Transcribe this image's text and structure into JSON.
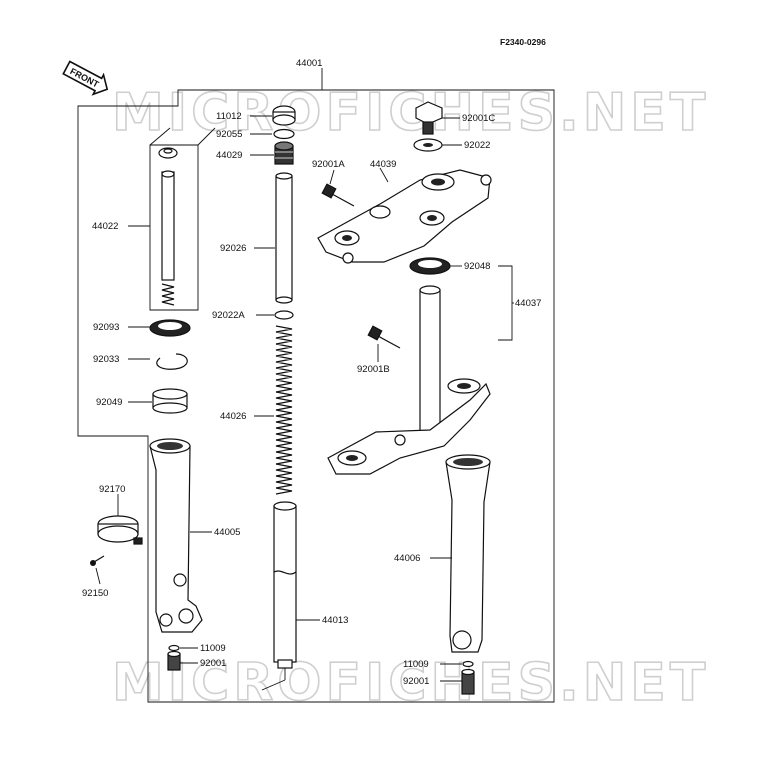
{
  "diagram_code": "F2340-0296",
  "front_badge": "FRONT",
  "watermark": "MICROFICHES.NET",
  "labels": {
    "p44001": "44001",
    "p11012": "11012",
    "p92055": "92055",
    "p44029": "44029",
    "p92001A": "92001A",
    "p44039": "44039",
    "p92001C": "92001C",
    "p92022": "92022",
    "p44022": "44022",
    "p92026": "92026",
    "p92048": "92048",
    "p44037": "44037",
    "p92093": "92093",
    "p92022A": "92022A",
    "p92033": "92033",
    "p92001B": "92001B",
    "p92049": "92049",
    "p44026": "44026",
    "p92170": "92170",
    "p44005": "44005",
    "p44006": "44006",
    "p92150": "92150",
    "p44013": "44013",
    "p11009L": "11009",
    "p92001L": "92001",
    "p11009R": "11009",
    "p92001R": "92001"
  }
}
